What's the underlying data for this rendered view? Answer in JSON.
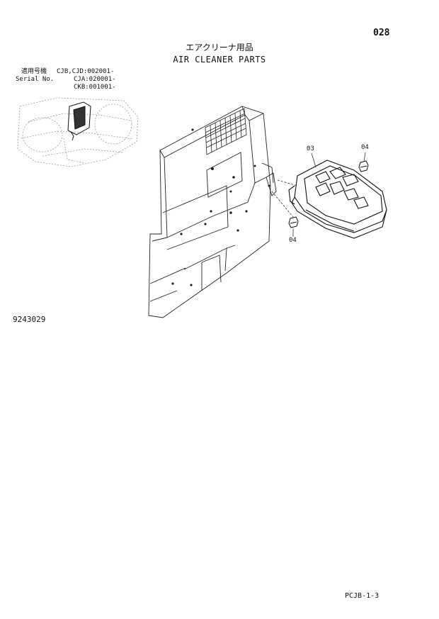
{
  "header": {
    "page_number": "028",
    "title_jp": "エアクリーナ用品",
    "title_en": "AIR CLEANER PARTS"
  },
  "serial": {
    "label_jp": "適用号機",
    "label_en": "Serial No.",
    "values": [
      "CJB,CJD:002001-",
      "CJA:020001-",
      "CKB:001001-"
    ]
  },
  "callouts": [
    "03",
    "04",
    "04"
  ],
  "document_number": "9243029",
  "footer_code": "PCJB-1-3"
}
